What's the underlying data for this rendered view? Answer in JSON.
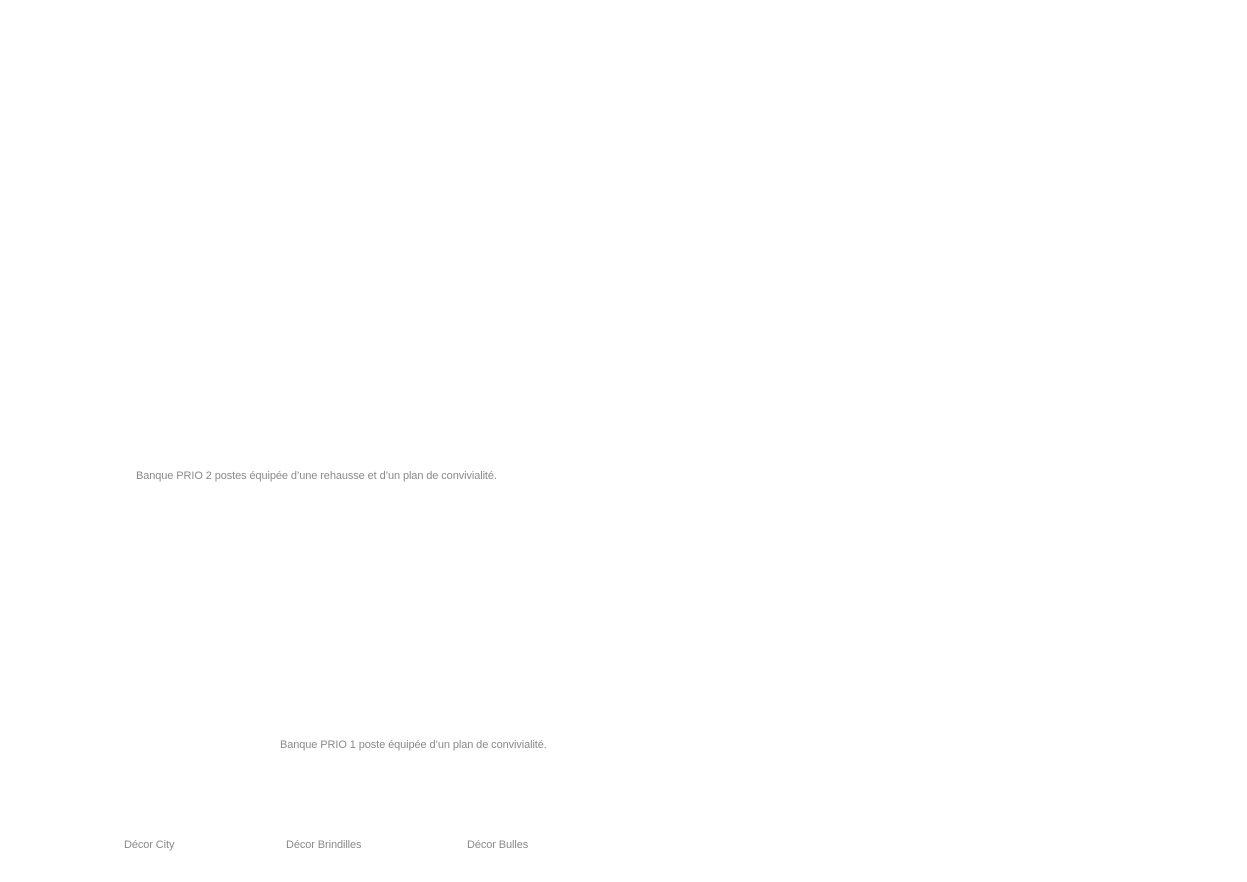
{
  "captions": [
    "Banque PRIO 2 postes équipée d’une rehausse et d’un plan de convivialité.",
    "Banque PRIO 1 poste équipée d’un plan de convivialité."
  ],
  "decors": [
    "Décor City",
    "Décor Brindilles",
    "Décor Bulles"
  ]
}
